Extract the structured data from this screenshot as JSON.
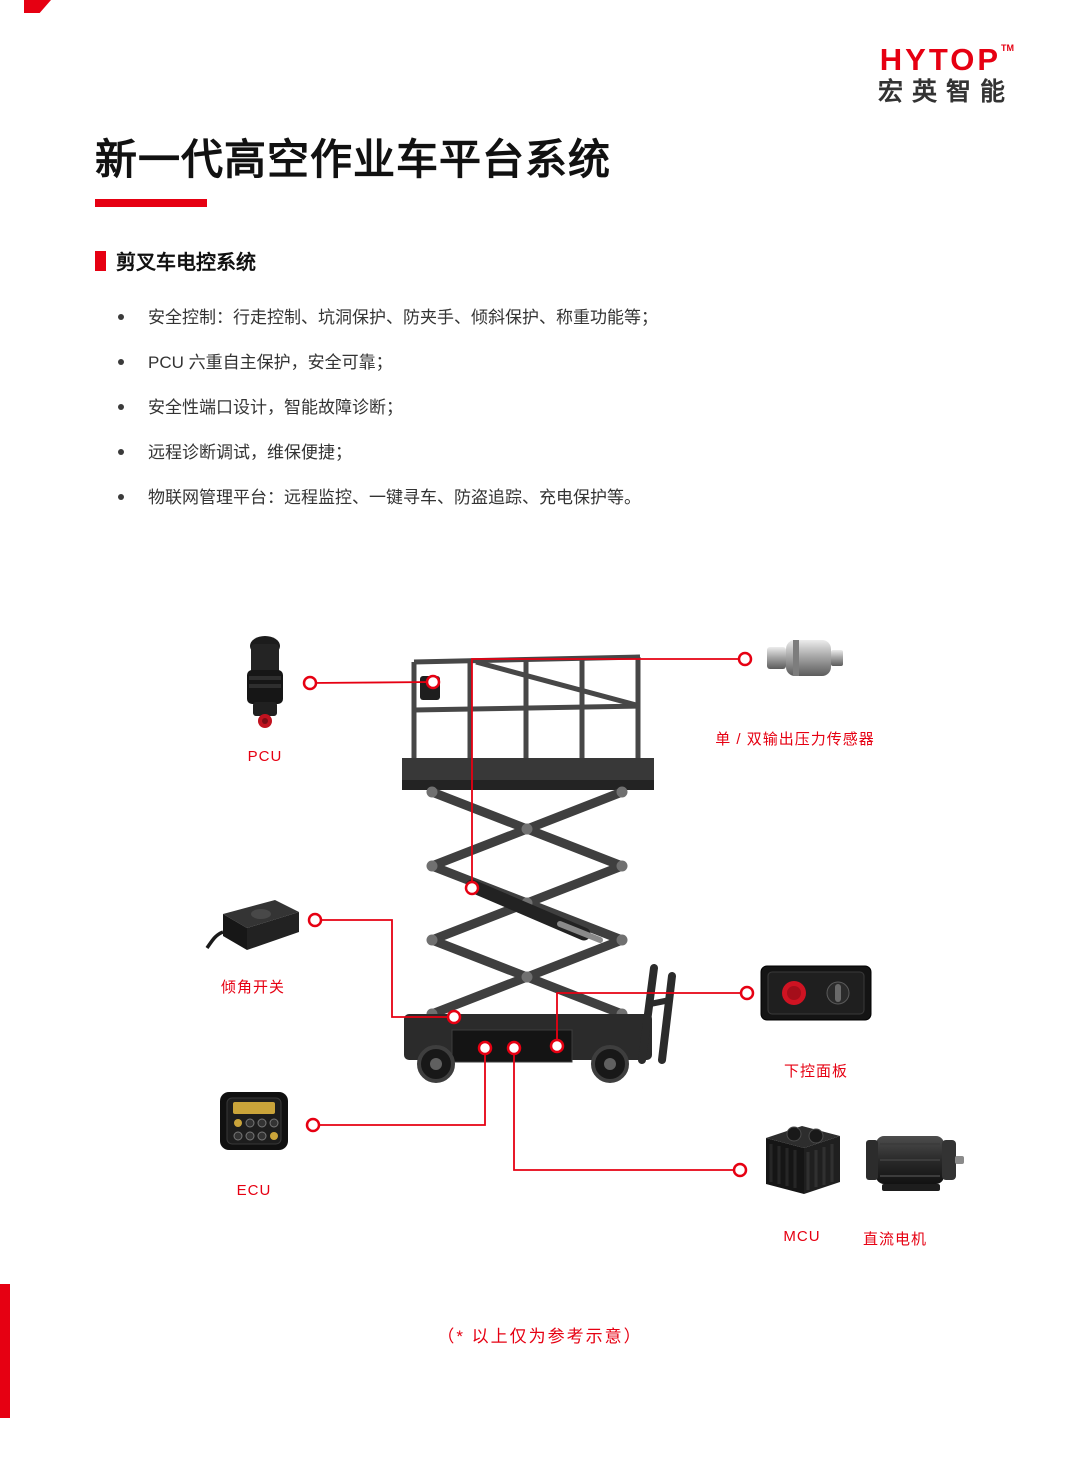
{
  "page": {
    "title": "新一代高空作业车平台系统",
    "footnote": "（* 以上仅为参考示意）"
  },
  "logo": {
    "brand": "HYTOP",
    "trademark": "TM",
    "subtitle": "宏英智能"
  },
  "section": {
    "heading": "剪叉车电控系统",
    "bullets": [
      "安全控制：行走控制、坑洞保护、防夹手、倾斜保护、称重功能等；",
      "PCU 六重自主保护，安全可靠；",
      "安全性端口设计，智能故障诊断；",
      "远程诊断调试，维保便捷；",
      "物联网管理平台：远程监控、一键寻车、防盗追踪、充电保护等。"
    ]
  },
  "diagram": {
    "labels": {
      "pcu": "PCU",
      "pressure_sensor": "单 / 双输出压力传感器",
      "tilt_switch": "倾角开关",
      "lower_control_panel": "下控面板",
      "ecu": "ECU",
      "mcu": "MCU",
      "dc_motor": "直流电机"
    }
  },
  "colors": {
    "accent_red": "#e60012",
    "text_dark": "#1f1f1f"
  }
}
